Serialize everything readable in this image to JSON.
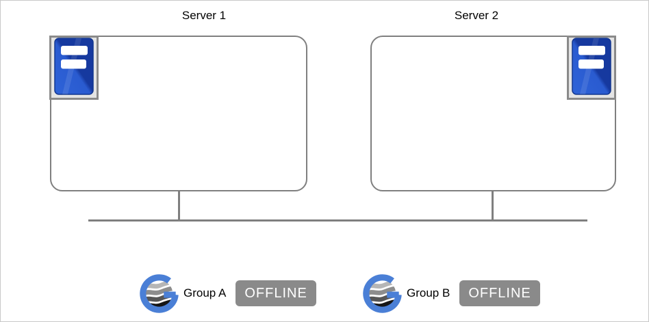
{
  "diagram": {
    "servers": [
      {
        "label": "Server 1"
      },
      {
        "label": "Server 2"
      }
    ],
    "groups": [
      {
        "label": "Group A",
        "status": "OFFLINE"
      },
      {
        "label": "Group B",
        "status": "OFFLINE"
      }
    ],
    "icons": {
      "server": "server-tower-icon",
      "group": "group-globe-g-icon"
    },
    "colors": {
      "canvas_border": "#c8c8c8",
      "box_border": "#7f7f7f",
      "network_line": "#7f7f7f",
      "icon_box_bg": "#e4e4e4",
      "icon_box_border": "#8a8a8a",
      "server_icon_blue_light": "#2e63d8",
      "server_icon_blue_dark": "#16399f",
      "group_icon_blue": "#4a7fd6",
      "badge_bg": "#8a8a8a",
      "badge_text": "#ffffff"
    }
  }
}
